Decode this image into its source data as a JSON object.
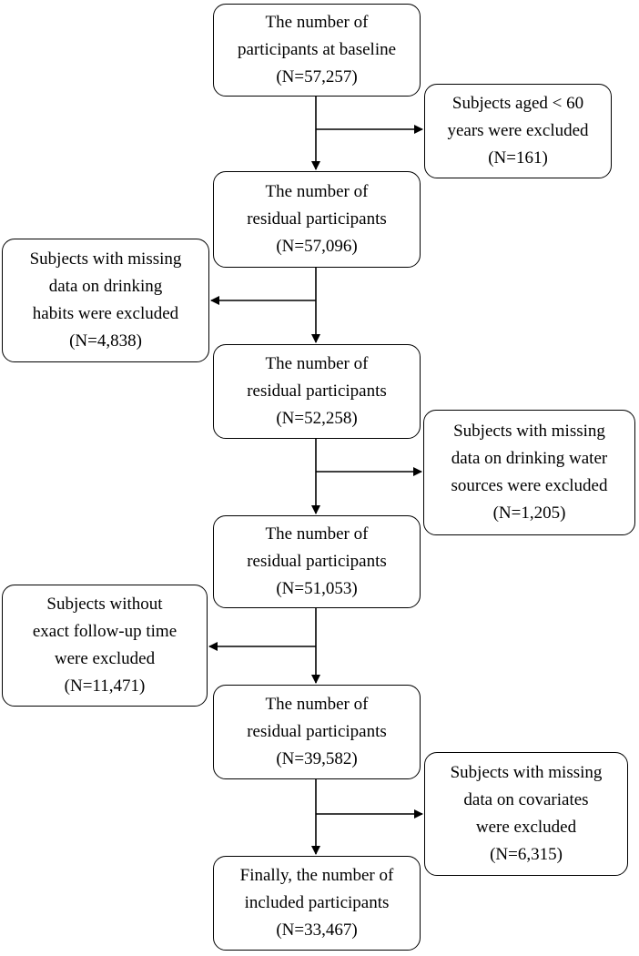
{
  "main_steps": [
    {
      "line1": "The number of",
      "line2": "participants at baseline",
      "line3": "(N=57,257)"
    },
    {
      "line1": "The number of",
      "line2": "residual participants",
      "line3": "(N=57,096)"
    },
    {
      "line1": "The number of",
      "line2": "residual participants",
      "line3": "(N=52,258)"
    },
    {
      "line1": "The number of",
      "line2": "residual participants",
      "line3": "(N=51,053)"
    },
    {
      "line1": "The number of",
      "line2": "residual participants",
      "line3": "(N=39,582)"
    },
    {
      "line1": "Finally, the number of",
      "line2": "included participants",
      "line3": "(N=33,467)"
    }
  ],
  "exclusions": [
    {
      "line1": "Subjects aged < 60",
      "line2": "years were excluded",
      "line3": "(N=161)"
    },
    {
      "line1": "Subjects with missing",
      "line2": "data on drinking",
      "line3": "habits were excluded",
      "line4": "(N=4,838)"
    },
    {
      "line1": "Subjects with missing",
      "line2": "data on drinking water",
      "line3": "sources were excluded",
      "line4": "(N=1,205)"
    },
    {
      "line1": "Subjects without",
      "line2": "exact follow-up time",
      "line3": "were excluded",
      "line4": "(N=11,471)"
    },
    {
      "line1": "Subjects with missing",
      "line2": "data on covariates",
      "line3": "were excluded",
      "line4": "(N=6,315)"
    }
  ]
}
